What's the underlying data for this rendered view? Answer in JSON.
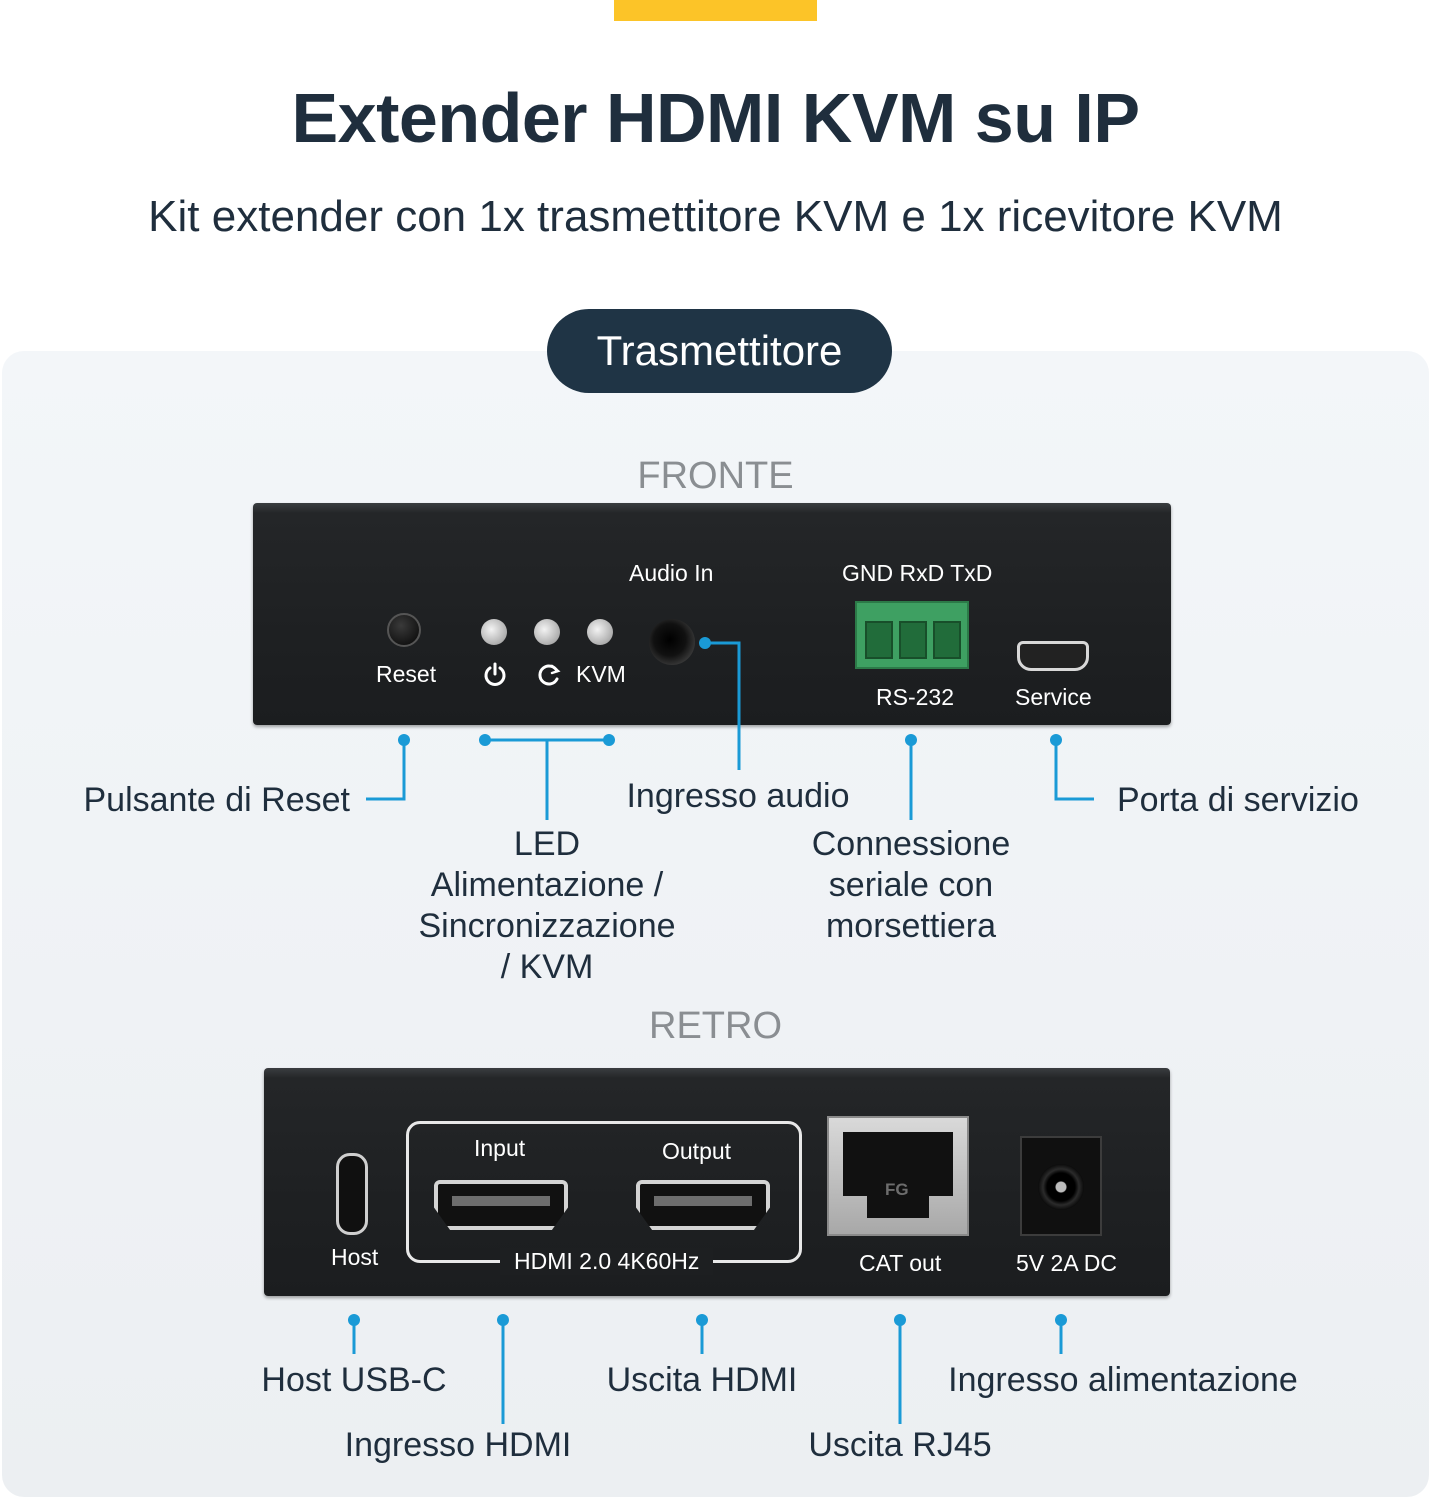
{
  "header": {
    "title": "Extender HDMI KVM su IP",
    "subtitle": "Kit extender con 1x trasmettitore KVM e 1x ricevitore KVM"
  },
  "badge": {
    "label": "Trasmettitore"
  },
  "colors": {
    "accent": "#fcc428",
    "navy": "#1f3445",
    "callout_line": "#1a9ad6",
    "terminal_green": "#3ea062"
  },
  "front": {
    "section_label": "FRONTE",
    "device": {
      "reset": "Reset",
      "kvm": "KVM",
      "audio_in": "Audio In",
      "terminal_pins": "GND RxD TxD",
      "rs232": "RS-232",
      "service": "Service",
      "icons": [
        "power-icon",
        "sync-icon"
      ]
    },
    "callouts": {
      "reset": "Pulsante di Reset",
      "led": [
        "LED",
        "Alimentazione /",
        "Sincronizzazione",
        "/ KVM"
      ],
      "audio": "Ingresso audio",
      "serial": [
        "Connessione",
        "seriale con",
        "morsettiera"
      ],
      "service": "Porta di servizio"
    }
  },
  "back": {
    "section_label": "RETRO",
    "device": {
      "host": "Host",
      "input": "Input",
      "output": "Output",
      "hdmi_spec": "HDMI 2.0 4K60Hz",
      "cat_out": "CAT out",
      "power": "5V 2A DC",
      "rj45_mark": "FG"
    },
    "callouts": {
      "host_usbc": "Host USB-C",
      "hdmi_in": "Ingresso HDMI",
      "hdmi_out": "Uscita HDMI",
      "rj45": "Uscita RJ45",
      "power_in": "Ingresso alimentazione"
    }
  }
}
